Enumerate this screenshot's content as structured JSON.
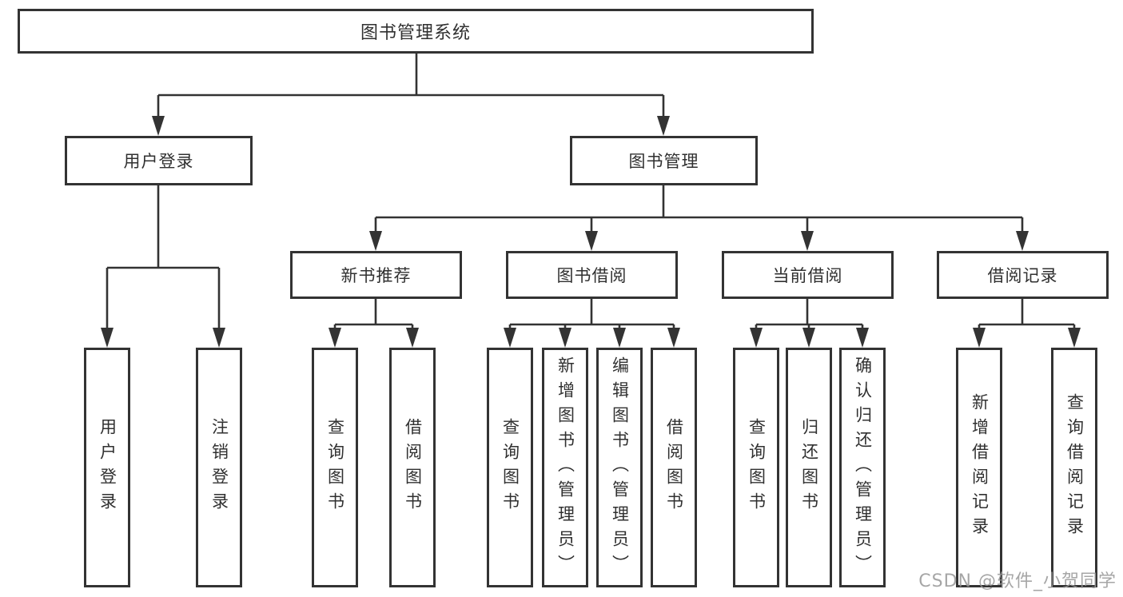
{
  "diagram": {
    "root": {
      "label": "图书管理系统"
    },
    "level2": {
      "user_login": {
        "label": "用户登录"
      },
      "book_mgmt": {
        "label": "图书管理"
      }
    },
    "level3": {
      "new_books": {
        "label": "新书推荐"
      },
      "book_borrow": {
        "label": "图书借阅"
      },
      "current_borrow": {
        "label": "当前借阅"
      },
      "borrow_records": {
        "label": "借阅记录"
      }
    },
    "leaves": {
      "user_login": {
        "label": "用户登录"
      },
      "user_logout": {
        "label": "注销登录"
      },
      "nb_query_books": {
        "label": "查询图书"
      },
      "nb_borrow_books": {
        "label": "借阅图书"
      },
      "bb_query_books": {
        "label": "查询图书"
      },
      "bb_add_books": {
        "label": "新增图书（管理员）"
      },
      "bb_edit_books": {
        "label": "编辑图书（管理员）"
      },
      "bb_borrow_books": {
        "label": "借阅图书"
      },
      "cb_query_books": {
        "label": "查询图书"
      },
      "cb_return_books": {
        "label": "归还图书"
      },
      "cb_confirm_return": {
        "label": "确认归还（管理员）"
      },
      "br_add_record": {
        "label": "新增借阅记录"
      },
      "br_query_record": {
        "label": "查询借阅记录"
      }
    }
  },
  "watermark": {
    "text": "CSDN @软件_小贺同学"
  },
  "colors": {
    "line": "#333333",
    "text": "#303030",
    "box_background": "#ffffff",
    "watermark": "#969696",
    "background": "#ffffff"
  }
}
